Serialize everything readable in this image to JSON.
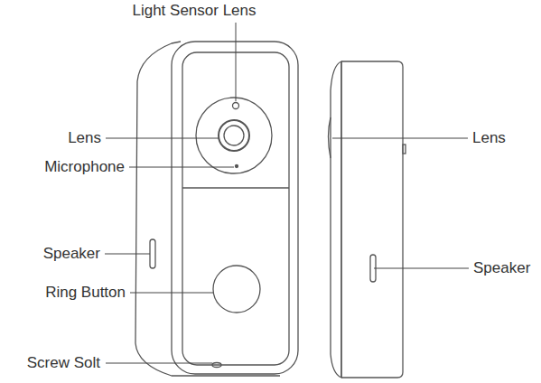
{
  "diagram": {
    "labels": [
      "Light Sensor Lens",
      "Lens",
      "Microphone",
      "Speaker",
      "Ring Button",
      "Screw Solt",
      "Lens",
      "Speaker"
    ]
  }
}
